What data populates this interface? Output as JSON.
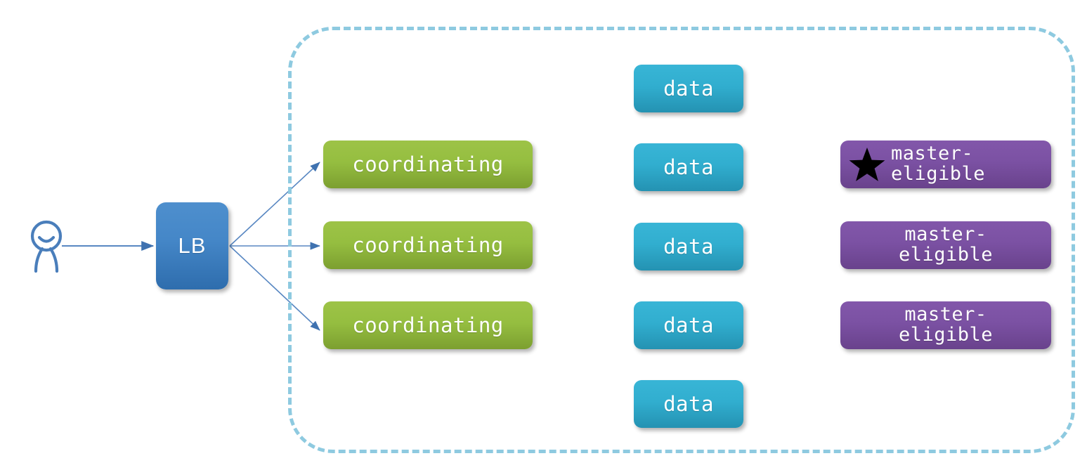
{
  "diagram": {
    "title": "Elasticsearch cluster node roles topology",
    "colors": {
      "cluster_border": "#8ECAE0",
      "lb_node": "#4587C8",
      "coordinating_node": "#95BE40",
      "data_node": "#31AECF",
      "master_node": "#7B51A3",
      "arrow": "#4A7EBB",
      "star": "#000000",
      "background": "#FFFFFF"
    },
    "client": {
      "icon": "user-icon",
      "label": ""
    },
    "load_balancer": {
      "label": "LB"
    },
    "cluster": {
      "border_style": "dash-dot",
      "coordinating_nodes": [
        {
          "label": "coordinating"
        },
        {
          "label": "coordinating"
        },
        {
          "label": "coordinating"
        }
      ],
      "data_nodes": [
        {
          "label": "data"
        },
        {
          "label": "data"
        },
        {
          "label": "data"
        },
        {
          "label": "data"
        },
        {
          "label": "data"
        }
      ],
      "master_nodes": [
        {
          "label": "master-\neligible",
          "starred": true,
          "star_icon": "star-icon"
        },
        {
          "label": "master-\neligible",
          "starred": false,
          "star_icon": ""
        },
        {
          "label": "master-\neligible",
          "starred": false,
          "star_icon": ""
        }
      ]
    },
    "connections": [
      {
        "from": "client",
        "to": "load-balancer"
      },
      {
        "from": "load-balancer",
        "to": "coordinating-node-1"
      },
      {
        "from": "load-balancer",
        "to": "coordinating-node-2"
      },
      {
        "from": "load-balancer",
        "to": "coordinating-node-3"
      }
    ]
  }
}
